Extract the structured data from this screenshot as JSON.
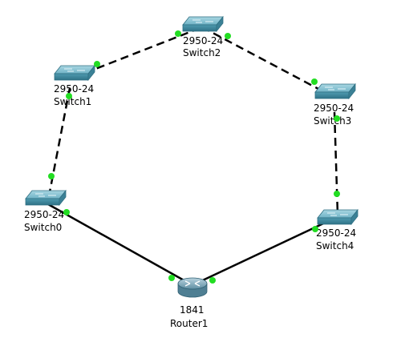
{
  "topology": {
    "devices": [
      {
        "id": "switch2",
        "kind": "switch",
        "model": "2950-24",
        "name": "Switch2"
      },
      {
        "id": "switch1",
        "kind": "switch",
        "model": "2950-24",
        "name": "Switch1"
      },
      {
        "id": "switch3",
        "kind": "switch",
        "model": "2950-24",
        "name": "Switch3"
      },
      {
        "id": "switch0",
        "kind": "switch",
        "model": "2950-24",
        "name": "Switch0"
      },
      {
        "id": "switch4",
        "kind": "switch",
        "model": "2950-24",
        "name": "Switch4"
      },
      {
        "id": "router1",
        "kind": "router",
        "model": "1841",
        "name": "Router1"
      }
    ],
    "links": [
      {
        "from": "switch1",
        "to": "switch2",
        "style": "dashed"
      },
      {
        "from": "switch2",
        "to": "switch3",
        "style": "dashed"
      },
      {
        "from": "switch1",
        "to": "switch0",
        "style": "dashed"
      },
      {
        "from": "switch3",
        "to": "switch4",
        "style": "dashed"
      },
      {
        "from": "switch0",
        "to": "router1",
        "style": "solid"
      },
      {
        "from": "router1",
        "to": "switch4",
        "style": "solid"
      }
    ],
    "colors": {
      "link": "#000000",
      "port_status_up": "#22dd22",
      "switch_body": "#4f9bb0",
      "router_body": "#8fb2c2"
    }
  }
}
